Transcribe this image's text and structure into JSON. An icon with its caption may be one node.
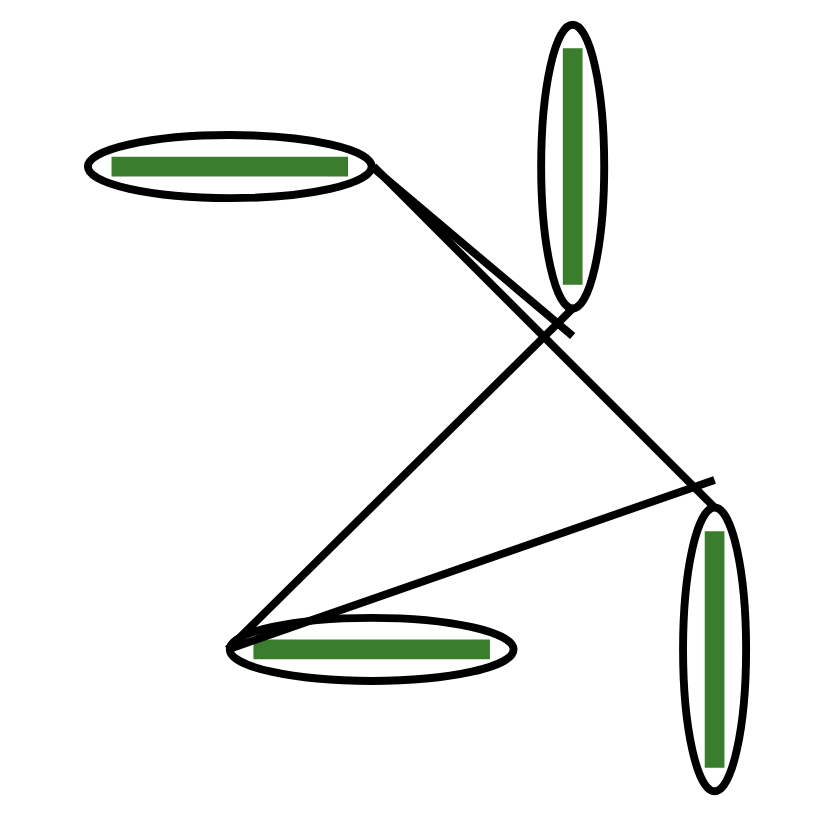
{
  "diagram": {
    "nodes": [
      {
        "text": [],
        "shape": "ellipse"
      },
      {
        "text": [],
        "shape": "ellipse"
      },
      {
        "text": [],
        "shape": "ellipse"
      },
      {
        "text": [],
        "shape": "ellipse"
      }
    ],
    "edges": [
      {
        "from": 0,
        "to": 1,
        "arrow": "none"
      },
      {
        "from": 1,
        "to": 2,
        "arrow": "none"
      },
      {
        "from": 2,
        "to": 3,
        "arrow": "none"
      },
      {
        "from": 3,
        "to": 0,
        "arrow": "none"
      }
    ]
  }
}
